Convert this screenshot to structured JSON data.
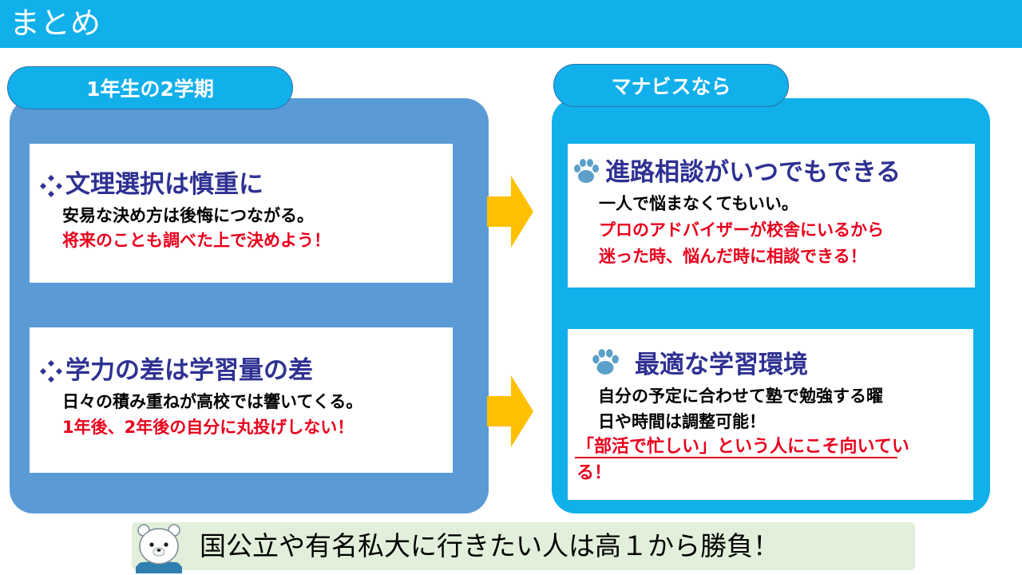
{
  "title": "まとめ",
  "left": {
    "tab_label": "1年生の2学期",
    "cards": [
      {
        "heading": "文理選択は慎重に",
        "line1": "安易な決め方は後悔につながる。",
        "line2": "将来のことも調べた上で決めよう！"
      },
      {
        "heading": "学力の差は学習量の差",
        "line1": "日々の積み重ねが高校では響いてくる。",
        "line2": "1年後、2年後の自分に丸投げしない！"
      }
    ]
  },
  "right": {
    "tab_label": "マナビスなら",
    "cards": [
      {
        "heading": "進路相談がいつでもできる",
        "line1": "一人で悩まなくてもいい。",
        "line2": "プロのアドバイザーが校舎にいるから",
        "line3": "迷った時、悩んだ時に相談できる！"
      },
      {
        "heading": "最適な学習環境",
        "line1": "自分の予定に合わせて塾で勉強する曜",
        "line2": "日や時間は調整可能！",
        "line3": "「部活で忙しい」という人にこそ向いてい",
        "line4": "る！"
      }
    ]
  },
  "bottom": {
    "text": "国公立や有名私大に行きたい人は高１から勝負！"
  },
  "colors": {
    "accent": "#12b0ea",
    "panel_left": "#5b9bd5",
    "heading": "#2e3192",
    "emphasis": "#e8001c",
    "arrow": "#ffc000",
    "bottom_bg": "#e2efda"
  },
  "icons": {
    "heading_left": "diamond-sparkle-icon",
    "heading_right": "paw-icon",
    "arrow": "right-arrow-icon",
    "mascot": "polar-bear-mascot-icon"
  }
}
